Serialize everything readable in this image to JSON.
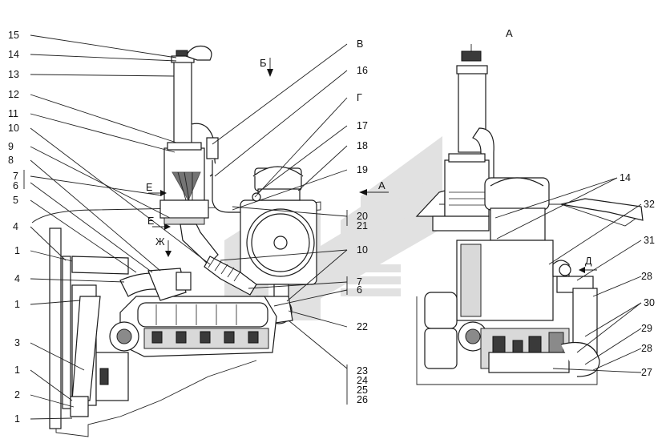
{
  "view_labels": {
    "view_a": "А",
    "arrow_b": "Б",
    "arrow_a": "А",
    "arrow_e1": "Е",
    "arrow_e2": "Е",
    "arrow_zh": "Ж",
    "arrow_d": "Д"
  },
  "left_callouts": [
    "15",
    "14",
    "13",
    "12",
    "11",
    "10",
    "9",
    "8",
    "7",
    "6",
    "5",
    "4",
    "1",
    "4",
    "1",
    "3",
    "1",
    "2",
    "1"
  ],
  "mid_callouts": [
    "В",
    "16",
    "Г",
    "17",
    "18",
    "19",
    "20",
    "21",
    "10",
    "7",
    "6",
    "22",
    "23",
    "24",
    "25",
    "26"
  ],
  "right_callouts": [
    "14",
    "32",
    "31",
    "28",
    "30",
    "29",
    "28",
    "27"
  ]
}
